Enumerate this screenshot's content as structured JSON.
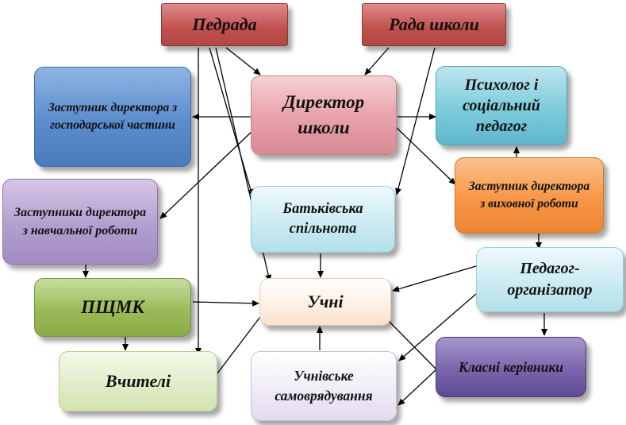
{
  "nodes": {
    "pedrada": "Педрада",
    "rada_shkoly": "Рада школи",
    "zast_gosp": "Заступник директора з господарської частини",
    "dyrektor": "Директор школи",
    "psykholog": "Психолог і соціальний педагог",
    "zast_navch": "Заступники директора з навчальної роботи",
    "batkivska": "Батьківська спільнота",
    "zast_vykh": "Заступник директора з виховної роботи",
    "pedagog_org": "Педагог-організатор",
    "pshmk": "ПЩМК",
    "uchni": "Учні",
    "klasni": "Класні керівники",
    "vchyteli": "Вчителі",
    "samovriad": "Учнівське самоврядування"
  }
}
